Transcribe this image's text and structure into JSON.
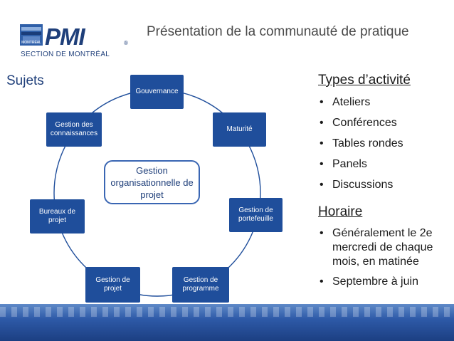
{
  "logo": {
    "text": "PMI",
    "section": "SECTION DE MONTRÉAL",
    "badge": "MONTRÉAL",
    "mark": "®"
  },
  "title": "Présentation de la communauté de pratique",
  "subjects_heading": "Sujets",
  "diagram": {
    "center": "Gestion organisationnelle de projet",
    "nodes": [
      "Gouvernance",
      "Maturité",
      "Gestion de portefeuille",
      "Gestion de programme",
      "Gestion de projet",
      "Bureaux de projet",
      "Gestion des connaissances"
    ]
  },
  "activities": {
    "heading": "Types d’activité",
    "items": [
      "Ateliers",
      "Conférences",
      "Tables rondes",
      "Panels",
      "Discussions"
    ]
  },
  "schedule": {
    "heading": "Horaire",
    "items": [
      "Généralement le 2e mercredi de chaque mois, en matinée",
      "Septembre à juin"
    ]
  },
  "colors": {
    "node_fill": "#1f4e9b",
    "accent": "#1f3f7a",
    "ring": "#1f4e9b",
    "footer": "#2e5aa8"
  }
}
